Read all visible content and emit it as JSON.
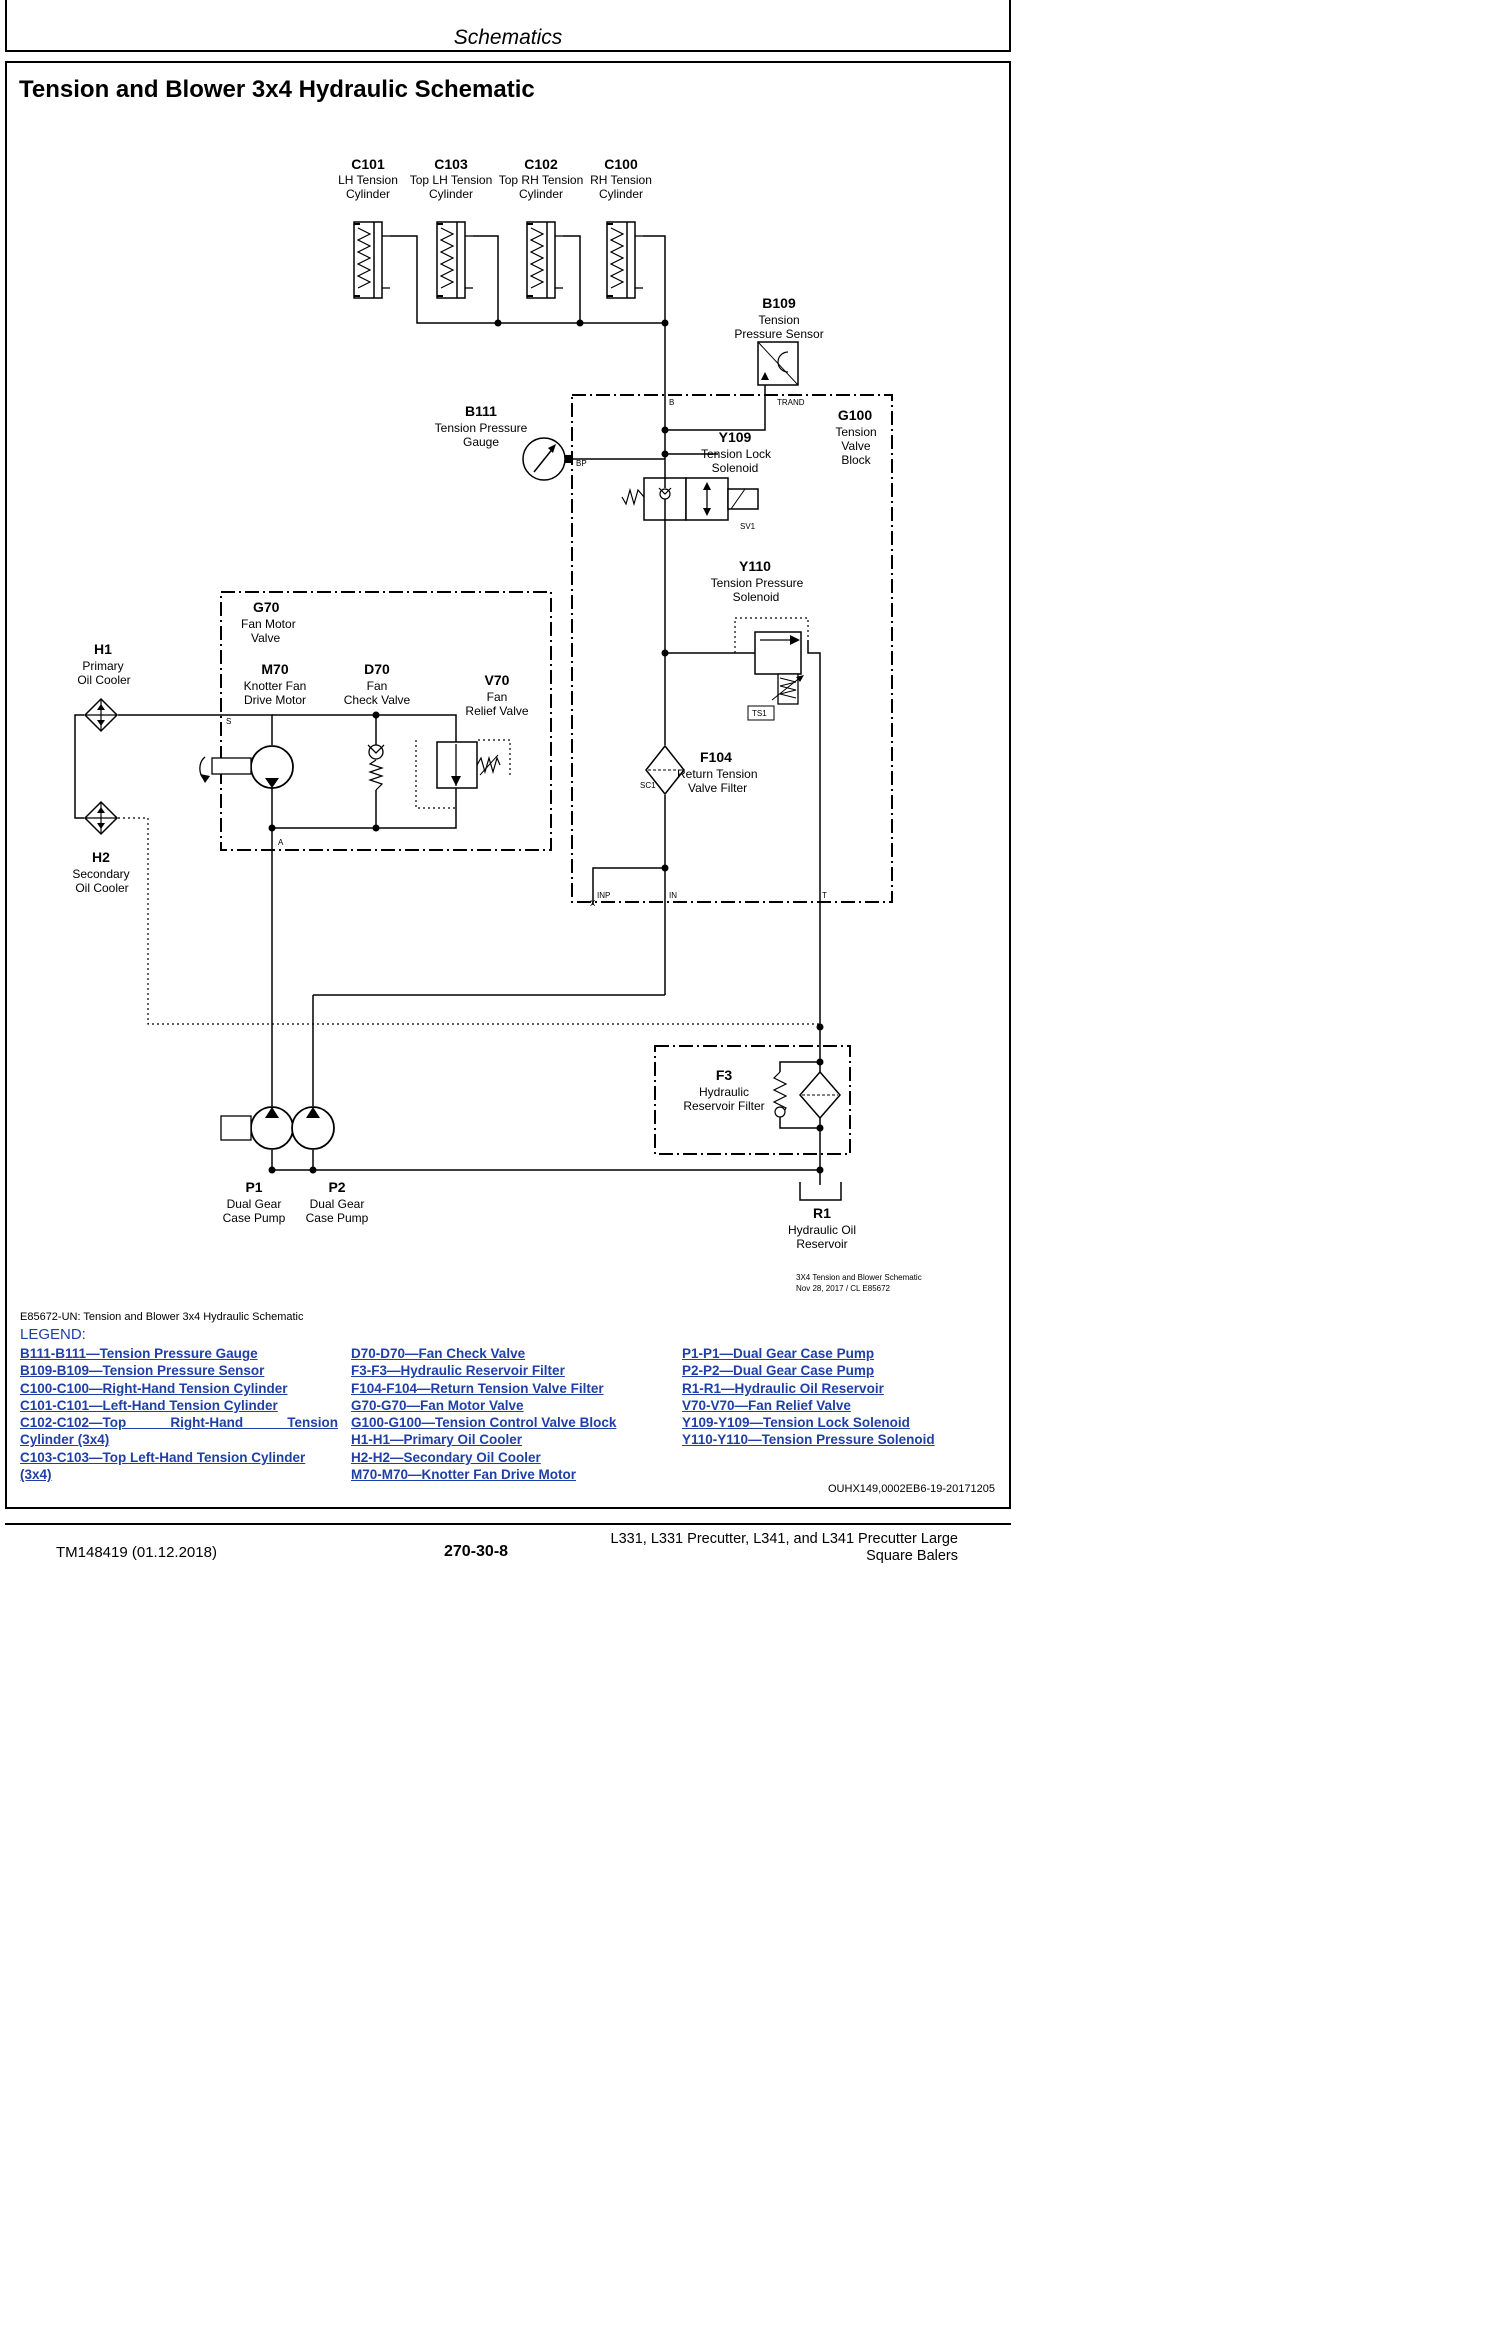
{
  "header": {
    "section": "Schematics"
  },
  "title": "Tension and Blower 3x4 Hydraulic Schematic",
  "components": {
    "C101": {
      "code": "C101",
      "line1": "LH Tension",
      "line2": "Cylinder"
    },
    "C103": {
      "code": "C103",
      "line1": "Top LH Tension",
      "line2": "Cylinder"
    },
    "C102": {
      "code": "C102",
      "line1": "Top RH Tension",
      "line2": "Cylinder"
    },
    "C100": {
      "code": "C100",
      "line1": "RH Tension",
      "line2": "Cylinder"
    },
    "B109": {
      "code": "B109",
      "line1": "Tension",
      "line2": "Pressure Sensor"
    },
    "B111": {
      "code": "B111",
      "line1": "Tension Pressure",
      "line2": "Gauge"
    },
    "Y109": {
      "code": "Y109",
      "line1": "Tension Lock",
      "line2": "Solenoid"
    },
    "G100": {
      "code": "G100",
      "line1": "Tension",
      "line2": "Valve",
      "line3": "Block"
    },
    "Y110": {
      "code": "Y110",
      "line1": "Tension Pressure",
      "line2": "Solenoid"
    },
    "G70": {
      "code": "G70",
      "line1": "Fan Motor",
      "line2": "Valve"
    },
    "M70": {
      "code": "M70",
      "line1": "Knotter Fan",
      "line2": "Drive Motor"
    },
    "D70": {
      "code": "D70",
      "line1": "Fan",
      "line2": "Check Valve"
    },
    "V70": {
      "code": "V70",
      "line1": "Fan",
      "line2": "Relief Valve"
    },
    "H1": {
      "code": "H1",
      "line1": "Primary",
      "line2": "Oil Cooler"
    },
    "H2": {
      "code": "H2",
      "line1": "Secondary",
      "line2": "Oil Cooler"
    },
    "F104": {
      "code": "F104",
      "line1": "Return Tension",
      "line2": "Valve Filter"
    },
    "F3": {
      "code": "F3",
      "line1": "Hydraulic",
      "line2": "Reservoir Filter"
    },
    "P1": {
      "code": "P1",
      "line1": "Dual Gear",
      "line2": "Case Pump"
    },
    "P2": {
      "code": "P2",
      "line1": "Dual Gear",
      "line2": "Case Pump"
    },
    "R1": {
      "code": "R1",
      "line1": "Hydraulic Oil",
      "line2": "Reservoir"
    }
  },
  "ports": {
    "B": "B",
    "TRAND": "TRAND",
    "BP": "BP",
    "SV1": "SV1",
    "TS1": "TS1",
    "SC1": "SC1",
    "INP": "INP",
    "IN": "IN",
    "T": "T",
    "X": "X",
    "S": "S",
    "A": "A"
  },
  "stamp": {
    "line1": "3X4 Tension and Blower Schematic",
    "line2": "Nov 28, 2017 / CL E85672"
  },
  "figure_ref": "E85672-UN: Tension and Blower 3x4 Hydraulic Schematic",
  "legend": {
    "title": "LEGEND:",
    "col1": [
      "B111-B111—Tension Pressure Gauge",
      "B109-B109—Tension Pressure Sensor",
      "C100-C100—Right-Hand Tension Cylinder",
      "C101-C101—Left-Hand Tension Cylinder",
      "C102-C102—Top Right-Hand Tension",
      "Cylinder (3x4)",
      "C103-C103—Top Left-Hand Tension Cylinder",
      "(3x4)"
    ],
    "col2": [
      "D70-D70—Fan Check Valve",
      "F3-F3—Hydraulic Reservoir Filter",
      "F104-F104—Return Tension Valve Filter",
      "G70-G70—Fan Motor Valve",
      "G100-G100—Tension Control Valve Block",
      "H1-H1—Primary Oil Cooler",
      "H2-H2—Secondary Oil Cooler",
      "M70-M70—Knotter Fan Drive Motor"
    ],
    "col3": [
      "P1-P1—Dual Gear Case Pump",
      "P2-P2—Dual Gear Case Pump",
      "R1-R1—Hydraulic Oil Reservoir",
      "V70-V70—Fan Relief Valve",
      "Y109-Y109—Tension Lock Solenoid",
      "Y110-Y110—Tension Pressure Solenoid"
    ]
  },
  "doc_code": "OUHX149,0002EB6-19-20171205",
  "footer": {
    "tm": "TM148419 (01.12.2018)",
    "page": "270-30-8",
    "model_line1": "L331, L331 Precutter, L341, and L341 Precutter Large",
    "model_line2": "Square Balers"
  }
}
